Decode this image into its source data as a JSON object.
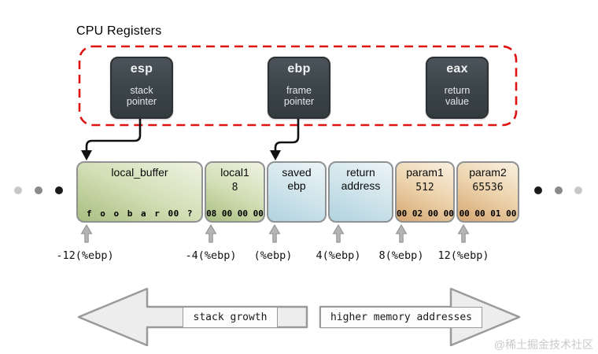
{
  "title": "CPU Registers",
  "registers": [
    {
      "name": "esp",
      "role": "stack\npointer"
    },
    {
      "name": "ebp",
      "role": "frame\npointer"
    },
    {
      "name": "eax",
      "role": "return\nvalue"
    }
  ],
  "cells": [
    {
      "label": "local_buffer",
      "value": "",
      "bytes": "f o o b a r 00 ?",
      "offset": "-12(%ebp)"
    },
    {
      "label": "local1",
      "value": "8",
      "bytes": "08 00 00 00",
      "offset": "-4(%ebp)"
    },
    {
      "label": "saved\nebp",
      "value": "",
      "bytes": "",
      "offset": "(%ebp)"
    },
    {
      "label": "return\naddress",
      "value": "",
      "bytes": "",
      "offset": "4(%ebp)"
    },
    {
      "label": "param1",
      "value": "512",
      "bytes": "00 02 00 00",
      "offset": "8(%ebp)"
    },
    {
      "label": "param2",
      "value": "65536",
      "bytes": "00 00 01 00",
      "offset": "12(%ebp)"
    }
  ],
  "flow_arrows": {
    "left": "stack growth",
    "right": "higher memory addresses"
  },
  "watermark": "@稀土掘金技术社区",
  "colors": {
    "dashed_border": "#e01313",
    "register_box": "#3f484c",
    "local_cell_green": "#bcd097",
    "saved_cell_blue": "#bfdce6",
    "param_cell_tan": "#ddb27c",
    "flow_arrow_fill": "#ededed",
    "pointer_arrow_gray": "#b0b0b0"
  }
}
